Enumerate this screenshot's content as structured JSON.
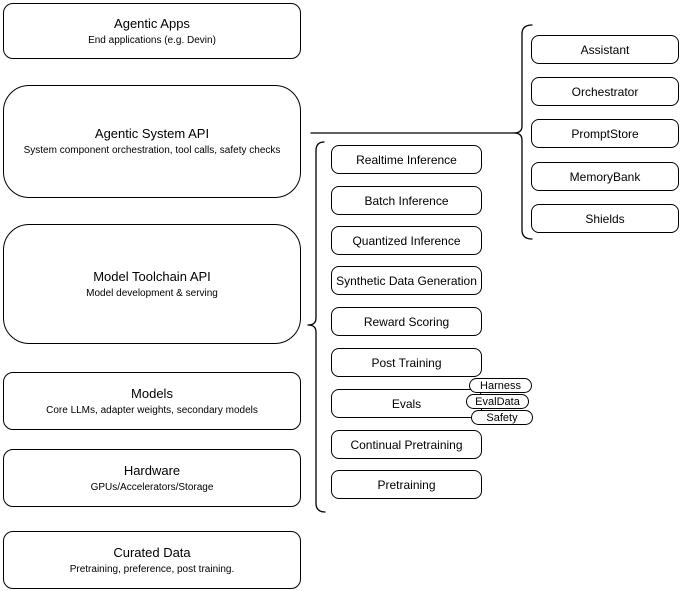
{
  "diagram": {
    "left_column": [
      {
        "title": "Agentic Apps",
        "subtitle": "End applications (e.g. Devin)"
      },
      {
        "title": "Agentic System API",
        "subtitle": "System component orchestration, tool calls, safety checks"
      },
      {
        "title": "Model Toolchain API",
        "subtitle": "Model development & serving"
      },
      {
        "title": "Models",
        "subtitle": "Core LLMs, adapter weights, secondary models"
      },
      {
        "title": "Hardware",
        "subtitle": "GPUs/Accelerators/Storage"
      },
      {
        "title": "Curated Data",
        "subtitle": "Pretraining, preference, post training."
      }
    ],
    "toolchain_components": [
      "Realtime Inference",
      "Batch Inference",
      "Quantized Inference",
      "Synthetic Data Generation",
      "Reward Scoring",
      "Post Training",
      "Evals",
      "Continual Pretraining",
      "Pretraining"
    ],
    "eval_tags": [
      "Harness",
      "EvalData",
      "Safety"
    ],
    "system_components": [
      "Assistant",
      "Orchestrator",
      "PromptStore",
      "MemoryBank",
      "Shields"
    ],
    "colors": {
      "stroke": "#000000",
      "background": "#ffffff",
      "text": "#000000"
    }
  }
}
